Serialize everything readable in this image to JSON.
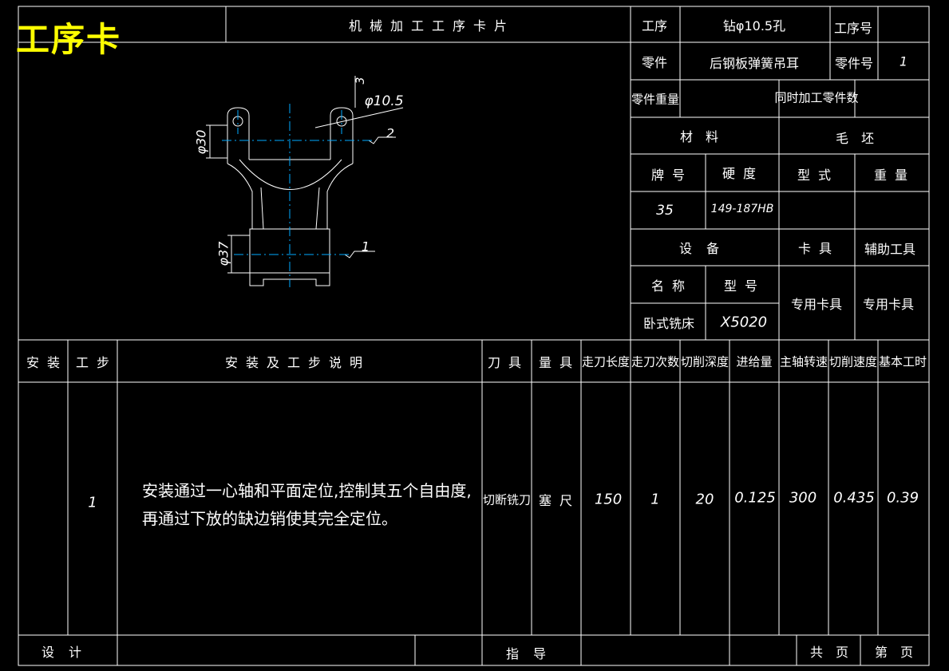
{
  "card_title": "工序卡",
  "header": {
    "main_title": "机械加工工序卡片",
    "process_label": "工序",
    "process_value": "钻φ10.5孔",
    "process_no_label": "工序号",
    "process_no_value": "",
    "part_label": "零件",
    "part_value": "后钢板弹簧吊耳",
    "part_no_label": "零件号",
    "part_no_value": "1",
    "part_weight_label": "零件重量",
    "simul_parts_label": "同时加工零件数",
    "material_label": "材　料",
    "blank_label": "毛　坯",
    "grade_label": "牌号",
    "hardness_label": "硬度",
    "type_label": "型式",
    "weight_label": "重量",
    "grade_value": "35",
    "hardness_value": "149-187HB",
    "equipment_label": "设备",
    "fixture_label": "卡具",
    "aux_tool_label": "辅助工具",
    "name_label": "名称",
    "model_label": "型号",
    "fixture_value": "专用卡具",
    "aux_tool_value": "专用卡具",
    "machine_name": "卧式铣床",
    "machine_model": "X5020"
  },
  "drawing": {
    "dim_hole": "φ10.5",
    "dim_top": "φ30",
    "dim_bottom": "φ37",
    "roughness_top": "3",
    "datum_1": "1",
    "datum_2": "2"
  },
  "table": {
    "headers": [
      "安装",
      "工步",
      "安装及工步说明",
      "刀具",
      "量具",
      "走刀长度",
      "走刀次数",
      "切削深度",
      "进给量",
      "主轴转速",
      "切削速度",
      "基本工时"
    ],
    "row": {
      "install": "",
      "step": "1",
      "description_line1": "安装通过一心轴和平面定位,控制其五个自由度,",
      "description_line2": "再通过下放的缺边销使其完全定位。",
      "tool": "切断铣刀",
      "gauge": "塞尺",
      "length": "150",
      "passes": "1",
      "depth": "20",
      "feed": "0.125",
      "spindle": "300",
      "speed": "0.435",
      "time": "0.39"
    }
  },
  "footer": {
    "design_label": "设计",
    "guide_label": "指导",
    "total_pages_label": "共　页",
    "page_label": "第　页"
  },
  "colors": {
    "background": "#000000",
    "line": "#ffffff",
    "title": "#ffff00",
    "center_line": "#00aaff"
  }
}
